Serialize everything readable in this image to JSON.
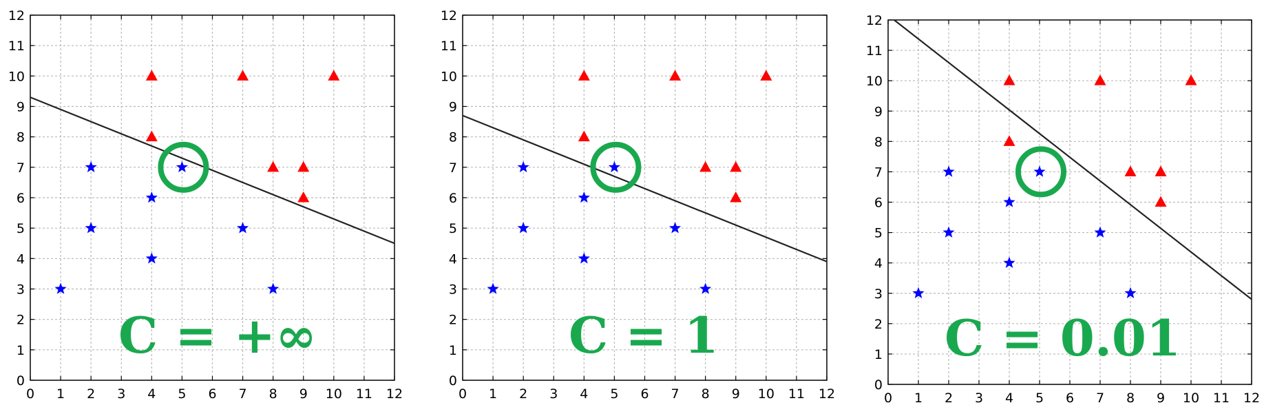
{
  "colors": {
    "star": "#0000ff",
    "triangle": "#ff0000",
    "line": "#222222",
    "highlight": "#1aa84f",
    "grid": "#b8b8b8"
  },
  "chart_data": [
    {
      "type": "scatter",
      "label": "C = +∞",
      "xlim": [
        0,
        12
      ],
      "ylim": [
        0,
        12
      ],
      "xticks": [
        0,
        1,
        2,
        3,
        4,
        5,
        6,
        7,
        8,
        9,
        10,
        11,
        12
      ],
      "yticks": [
        0,
        1,
        2,
        3,
        4,
        5,
        6,
        7,
        8,
        9,
        10,
        11,
        12
      ],
      "grid": true,
      "series": [
        {
          "marker": "star",
          "points": [
            [
              1,
              3
            ],
            [
              2,
              5
            ],
            [
              2,
              7
            ],
            [
              4,
              4
            ],
            [
              4,
              6
            ],
            [
              5,
              7
            ],
            [
              7,
              5
            ],
            [
              8,
              3
            ]
          ]
        },
        {
          "marker": "triangle",
          "points": [
            [
              4,
              8
            ],
            [
              4,
              10
            ],
            [
              7,
              10
            ],
            [
              8,
              7
            ],
            [
              9,
              6
            ],
            [
              9,
              7
            ],
            [
              10,
              10
            ]
          ]
        }
      ],
      "boundary": [
        [
          0,
          9.3
        ],
        [
          12,
          4.5
        ]
      ],
      "highlight": [
        5,
        7
      ]
    },
    {
      "type": "scatter",
      "label": "C = 1",
      "xlim": [
        0,
        12
      ],
      "ylim": [
        0,
        12
      ],
      "xticks": [
        0,
        1,
        2,
        3,
        4,
        5,
        6,
        7,
        8,
        9,
        10,
        11,
        12
      ],
      "yticks": [
        0,
        1,
        2,
        3,
        4,
        5,
        6,
        7,
        8,
        9,
        10,
        11,
        12
      ],
      "grid": true,
      "series": [
        {
          "marker": "star",
          "points": [
            [
              1,
              3
            ],
            [
              2,
              5
            ],
            [
              2,
              7
            ],
            [
              4,
              4
            ],
            [
              4,
              6
            ],
            [
              5,
              7
            ],
            [
              7,
              5
            ],
            [
              8,
              3
            ]
          ]
        },
        {
          "marker": "triangle",
          "points": [
            [
              4,
              8
            ],
            [
              4,
              10
            ],
            [
              7,
              10
            ],
            [
              8,
              7
            ],
            [
              9,
              6
            ],
            [
              9,
              7
            ],
            [
              10,
              10
            ]
          ]
        }
      ],
      "boundary": [
        [
          0,
          8.7
        ],
        [
          12,
          3.9
        ]
      ],
      "highlight": [
        5,
        7
      ]
    },
    {
      "type": "scatter",
      "label": "C = 0.01",
      "xlim": [
        0,
        12
      ],
      "ylim": [
        0,
        12
      ],
      "xticks": [
        0,
        1,
        2,
        3,
        4,
        5,
        6,
        7,
        8,
        9,
        10,
        11,
        12
      ],
      "yticks": [
        0,
        1,
        2,
        3,
        4,
        5,
        6,
        7,
        8,
        9,
        10,
        11,
        12
      ],
      "grid": true,
      "series": [
        {
          "marker": "star",
          "points": [
            [
              1,
              3
            ],
            [
              2,
              5
            ],
            [
              2,
              7
            ],
            [
              4,
              4
            ],
            [
              4,
              6
            ],
            [
              5,
              7
            ],
            [
              7,
              5
            ],
            [
              8,
              3
            ]
          ]
        },
        {
          "marker": "triangle",
          "points": [
            [
              4,
              8
            ],
            [
              4,
              10
            ],
            [
              7,
              10
            ],
            [
              8,
              7
            ],
            [
              9,
              6
            ],
            [
              9,
              7
            ],
            [
              10,
              10
            ]
          ]
        }
      ],
      "boundary": [
        [
          0.2,
          12
        ],
        [
          12,
          2.8
        ]
      ],
      "highlight": [
        5,
        7
      ]
    }
  ]
}
